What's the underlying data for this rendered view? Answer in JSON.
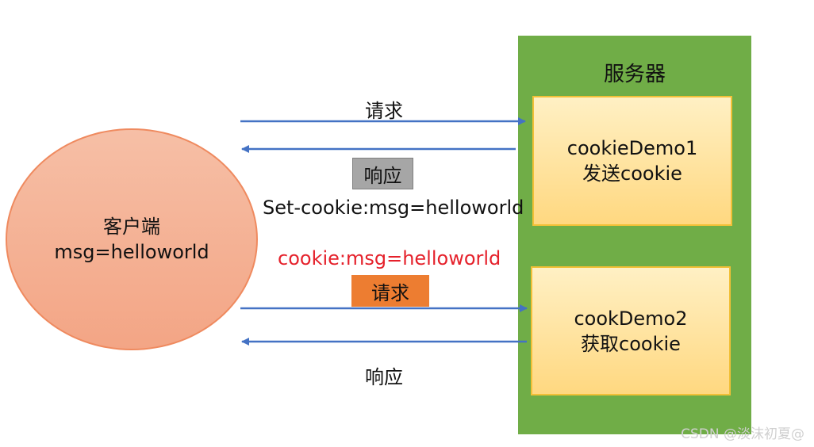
{
  "client": {
    "title": "客户端",
    "value": "msg=helloworld"
  },
  "server": {
    "title": "服务器",
    "box1": {
      "line1": "cookieDemo1",
      "line2": "发送cookie"
    },
    "box2": {
      "line1": "cookDemo2",
      "line2": "获取cookie"
    }
  },
  "arrows": {
    "request1": "请求",
    "response1": "响应",
    "set_cookie": "Set-cookie:msg=helloworld",
    "cookie_header": "cookie:msg=helloworld",
    "request2": "请求",
    "response2": "响应"
  },
  "watermark": "CSDN @淡沫初夏@",
  "colors": {
    "server_green": "#70ad47",
    "box_yellow": "#ffd966",
    "client_salmon": "#f4b183",
    "arrow_blue": "#4472c4",
    "cookie_red": "#e5212b",
    "request_orange": "#ed7d31",
    "response_gray": "#a6a6a6"
  }
}
